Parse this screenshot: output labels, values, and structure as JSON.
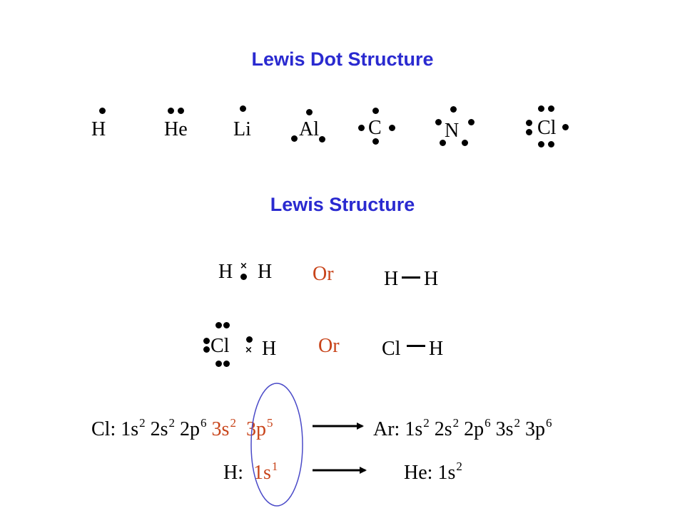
{
  "titles": {
    "dot_structure": "Lewis Dot Structure",
    "lewis_structure": "Lewis Structure"
  },
  "atoms": {
    "h": "H",
    "he": "He",
    "li": "Li",
    "al": "Al",
    "c": "C",
    "n": "N",
    "cl": "Cl"
  },
  "molecules": {
    "h2": {
      "left": "H",
      "right": "H",
      "or": "Or",
      "bond_left": "H",
      "bond_right": "H"
    },
    "hcl": {
      "left": "Cl",
      "right": "H",
      "or": "Or",
      "bond_left": "Cl",
      "bond_right": "H"
    }
  },
  "configs": {
    "cl": {
      "label": "Cl:",
      "terms": [
        "1s",
        "2",
        "2s",
        "2",
        "2p",
        "6",
        "3s",
        "2",
        "3p",
        "5"
      ]
    },
    "ar": {
      "label": "Ar:",
      "terms": [
        "1s",
        "2",
        "2s",
        "2",
        "2p",
        "6",
        "3s",
        "2",
        "3p",
        "6"
      ]
    },
    "h": {
      "label": "H:",
      "term": "1s",
      "exp": "1"
    },
    "he": {
      "label": "He:",
      "term": "1s",
      "exp": "2"
    }
  },
  "colors": {
    "title": "#2a2ad0",
    "highlight": "#c8441a",
    "ellipse": "#4a4ac8"
  }
}
